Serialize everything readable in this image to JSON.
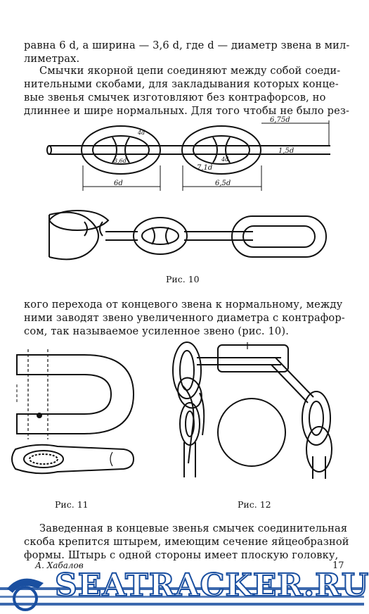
{
  "paragraph_top": [
    "равна 6 d, а ширина — 3,6 d, где d — диаметр звена в мил-",
    "лиметрах."
  ],
  "paragraph_2": [
    "Смычки якорной цепи соединяют между собой соеди-",
    "нительными скобами, для закладывания которых конце-",
    "вые звенья смычек изготовляют без контрафорсов, но",
    "длиннее и шире нормальных. Для того чтобы не было рез-"
  ],
  "figure10": {
    "labels": [
      "6,75d",
      "1,5d",
      "7,1d",
      "6d",
      "6,5d",
      "3,6d",
      "4d",
      "4d"
    ],
    "caption": "Рис. 10"
  },
  "paragraph_3": [
    "кого перехода от концевого звена к нормальному, между",
    "ними заводят звено увеличенного диаметра с контрафор-",
    "сом, так называемое усиленное звено (рис. 10)."
  ],
  "figure11": {
    "caption": "Рис. 11"
  },
  "figure12": {
    "caption": "Рис. 12"
  },
  "paragraph_4": [
    "Заведенная в концевые звенья смычек соединительная",
    "скоба крепится штырем, имеющим сечение яйцеобразной",
    "формы. Штырь с одной стороны имеет плоскую головку,"
  ],
  "footer": {
    "author": "А. Хабалов",
    "page_number": "17",
    "watermark": "SEATRACKER.RU"
  }
}
